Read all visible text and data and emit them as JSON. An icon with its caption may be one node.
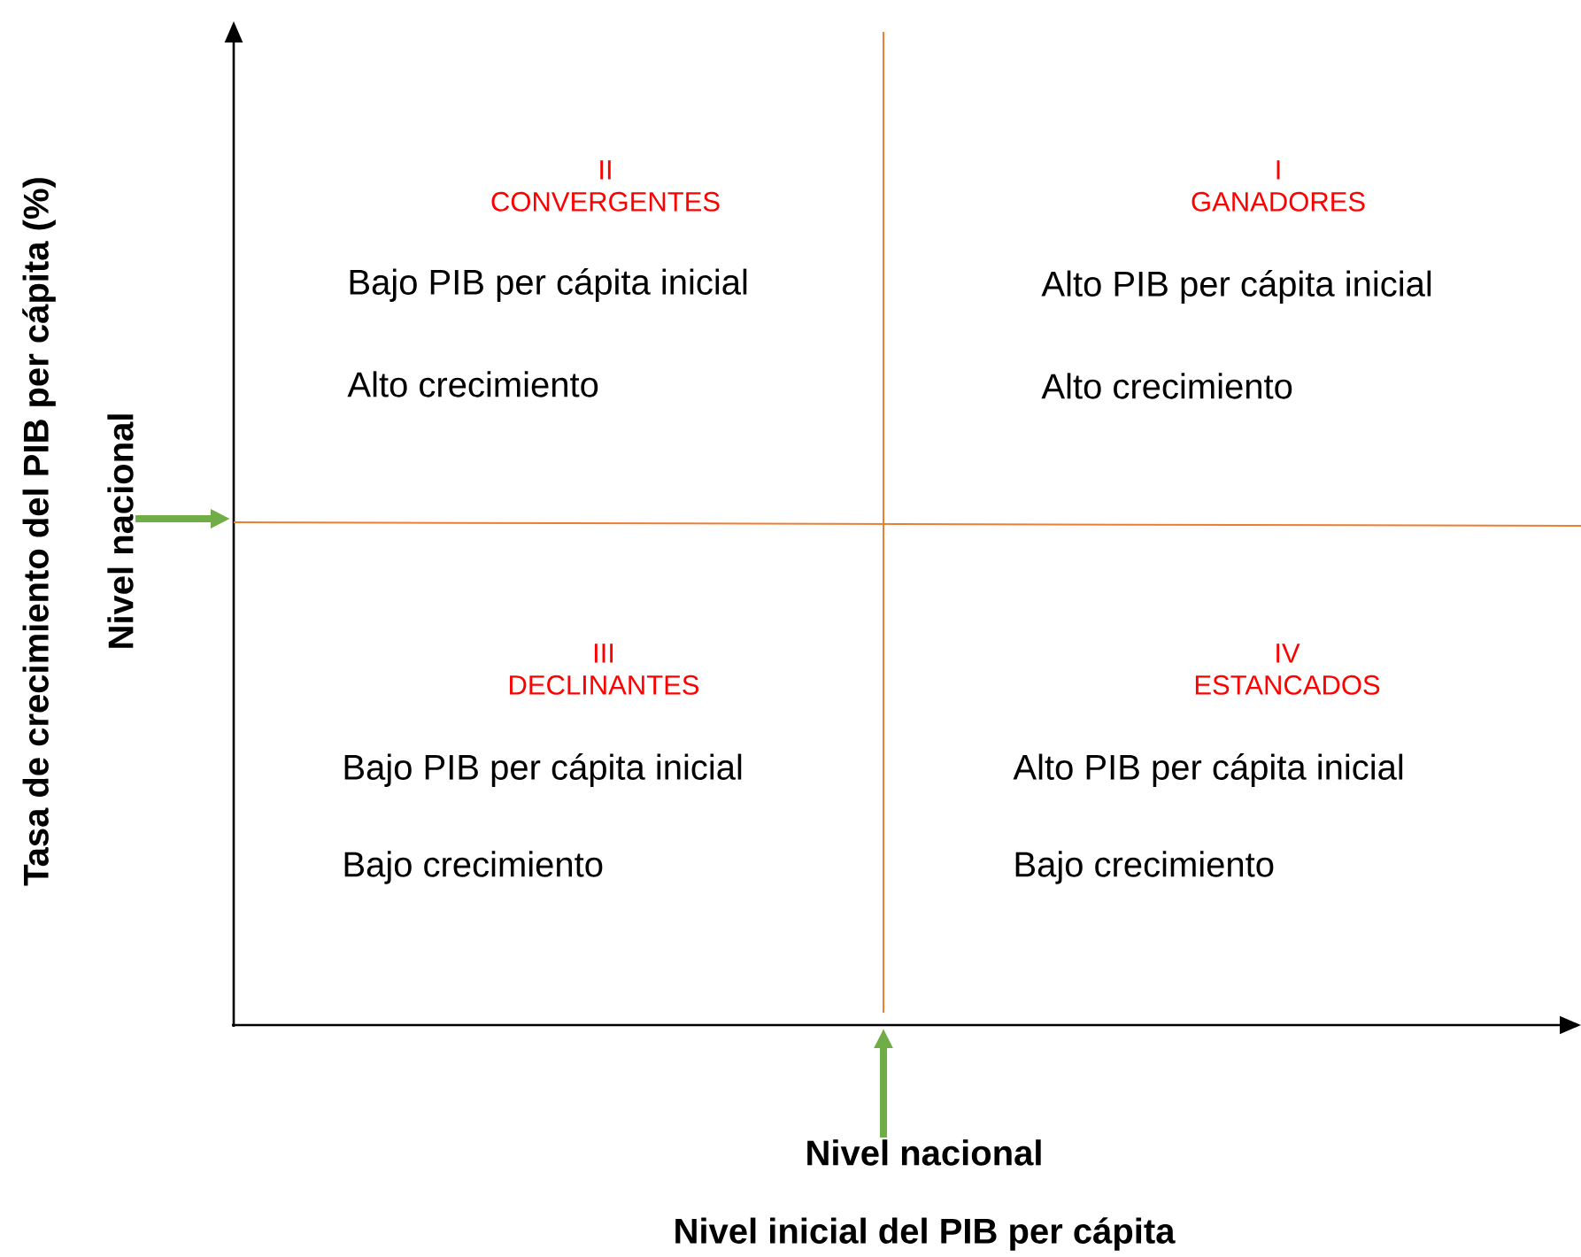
{
  "diagram": {
    "nodes": [
      {
        "text": [
          "Nivel nacional"
        ]
      },
      {
        "text": [
          "Nivel nacional"
        ]
      }
    ],
    "edges": [
      {
        "from": 0,
        "to": null,
        "arrow": "to"
      },
      {
        "from": 1,
        "to": null,
        "arrow": "to"
      }
    ],
    "labels": [
      "Tasa de crecimiento del PIB per cápita (%)",
      "II CONVERGENTES",
      "I GANADORES",
      "Bajo PIB per cápita inicial",
      "Alto PIB per cápita inicial",
      "Alto crecimiento",
      "Alto crecimiento",
      "III DECLINANTES",
      "IV ESTANCADOS",
      "Bajo PIB per cápita inicial",
      "Alto PIB per cápita inicial",
      "Bajo crecimiento",
      "Bajo crecimiento",
      "Nivel inicial del PIB per cápita"
    ]
  }
}
